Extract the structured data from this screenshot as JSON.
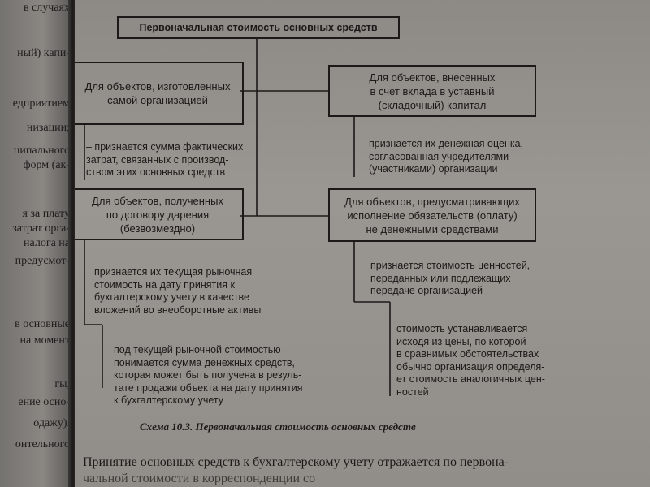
{
  "left_page": {
    "fragments": [
      "в случаях",
      "ный) капи-",
      "едприятием",
      "низации;",
      "ципального",
      "форм (ак-",
      "я за плату",
      "затрат орга-",
      "налога на",
      "предусмот-",
      "в основные",
      "на момент",
      "гы,",
      "ение осно-",
      "одажу).",
      "онтельного"
    ]
  },
  "diagram": {
    "root": "Первоначальная стоимость основных средств",
    "nodes": {
      "self_made": "Для объектов, изготовленных\nсамой организацией",
      "contribution": "Для объектов, внесенных\nв счет вклада в уставный\n(складочный) капитал",
      "gift": "Для объектов, полученных\nпо договору дарения\n(безвозмездно)",
      "non_monetary": "Для объектов, предусматривающих\nисполнение обязательств (оплату)\nне денежными средствами"
    },
    "notes": {
      "self_made": "– признается сумма фактических\nзатрат, связанных с производ-\nством этих основных средств",
      "contribution": "признается их денежная оценка,\nсогласованная учредителями\n(участниками) организации",
      "gift": "признается их текущая рыночная\nстоимость на дату принятия к\nбухгалтерскому учету в качестве\nвложений во внеоборотные активы",
      "gift_detail": "под текущей рыночной стоимостью\nпонимается сумма денежных средств,\nкоторая может быть получена в резуль-\nтате продажи объекта на дату принятия\nк бухгалтерскому учету",
      "non_monetary": "признается стоимость ценностей,\nпереданных или подлежащих\nпередаче организацией",
      "non_monetary_detail": "стоимость устанавливается\nисходя из цены, по которой\nв сравнимых обстоятельствах\nобычно организация определя-\nет стоимость аналогичных цен-\nностей"
    }
  },
  "caption": "Схема 10.3. Первоначальная стоимость основных средств",
  "bottom_text": {
    "line1": "Принятие основных средств к бухгалтерскому учету отражается по первона-",
    "line2": "чальной стоимости в корреспонденции со"
  },
  "colors": {
    "ink": "#1b1a19",
    "paper": "#9a9792",
    "background": "#2b2a29"
  }
}
